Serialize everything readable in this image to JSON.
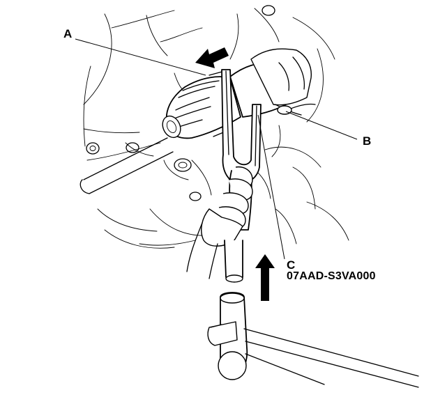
{
  "callouts": {
    "a": {
      "letter": "A"
    },
    "b": {
      "letter": "B"
    },
    "c": {
      "letter": "C",
      "part_number": "07AAD-S3VA000"
    }
  },
  "colors": {
    "ink": "#000000",
    "paper": "#ffffff"
  }
}
